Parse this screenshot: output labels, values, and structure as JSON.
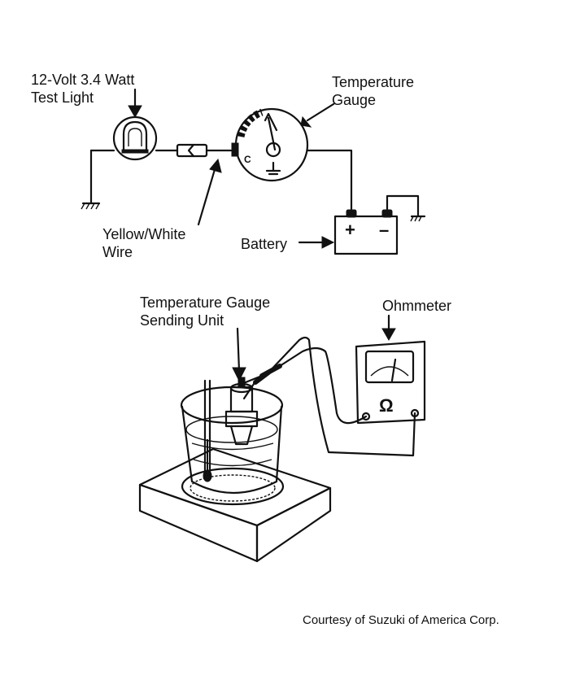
{
  "labels": {
    "test_light_line1": "12-Volt 3.4 Watt",
    "test_light_line2": "Test Light",
    "temp_gauge_line1": "Temperature",
    "temp_gauge_line2": "Gauge",
    "wire_line1": "Yellow/White",
    "wire_line2": "Wire",
    "battery": "Battery",
    "battery_plus": "+",
    "battery_minus": "–",
    "sending_unit_line1": "Temperature Gauge",
    "sending_unit_line2": "Sending Unit",
    "ohmmeter": "Ohmmeter",
    "ohm_symbol": "Ω",
    "credit": "Courtesy of Suzuki of America Corp."
  }
}
